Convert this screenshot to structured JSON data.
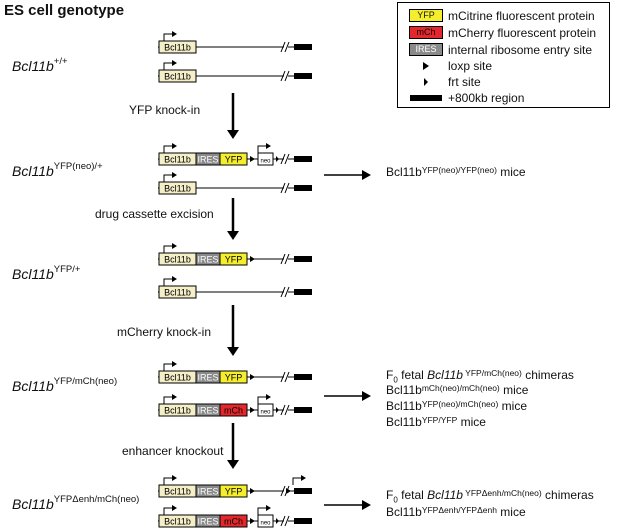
{
  "title": "ES cell genotype",
  "colors": {
    "bcl11b": "#f4efc8",
    "ires": "#8a8a8a",
    "yfp": "#f5ee2c",
    "mch": "#e3272c",
    "neo": "#ffffff"
  },
  "box_labels": {
    "bcl11b": "Bcl11b",
    "ires": "IRES",
    "yfp": "YFP",
    "mch": "mCh",
    "neo": "neo"
  },
  "legend": {
    "yfp": {
      "swatch": "YFP",
      "label": "mCitrine fluorescent protein"
    },
    "mch": {
      "swatch": "mCh",
      "label": "mCherry fluorescent protein"
    },
    "ires": {
      "swatch": "IRES",
      "label": "internal ribosome entry site"
    },
    "loxp": {
      "label": "loxp site"
    },
    "frt": {
      "label": "frt site"
    },
    "region": {
      "label": "+800kb region"
    }
  },
  "genotypes": [
    {
      "base": "Bcl11b",
      "sup": "+/+"
    },
    {
      "base": "Bcl11b",
      "sup": "YFP(neo)/+"
    },
    {
      "base": "Bcl11b",
      "sup": "YFP/+"
    },
    {
      "base": "Bcl11b",
      "sup": "YFP/mCh(neo)"
    },
    {
      "base": "Bcl11b",
      "sup": "YFPΔenh/mCh(neo)"
    }
  ],
  "steps": [
    "YFP knock-in",
    "drug cassette excision",
    "mCherry knock-in",
    "enhancer knockout"
  ],
  "outcomes": {
    "o1": {
      "base": "Bcl11b",
      "sup": "YFP(neo)/YFP(neo)",
      "tail": " mice"
    },
    "o2a": {
      "pre": "F",
      "sub": "0",
      "mid": " fetal ",
      "it": "Bcl11b",
      "sup": " YFP/mCh(neo)",
      "tail": " chimeras"
    },
    "o2b": {
      "base": "Bcl11b",
      "sup": "mCh(neo)/mCh(neo)",
      "tail": " mice"
    },
    "o2c": {
      "base": "Bcl11b",
      "sup": "YFP(neo)/mCh(neo)",
      "tail": " mice"
    },
    "o2d": {
      "base": "Bcl11b",
      "sup": "YFP/YFP",
      "tail": " mice"
    },
    "o3a": {
      "pre": "F",
      "sub": "0",
      "mid": " fetal ",
      "it": "Bcl11b",
      "sup": " YFPΔenh/mCh(neo)",
      "tail": " chimeras"
    },
    "o3b": {
      "base": "Bcl11b",
      "sup": "YFPΔenh/YFPΔenh",
      "tail": " mice"
    }
  }
}
